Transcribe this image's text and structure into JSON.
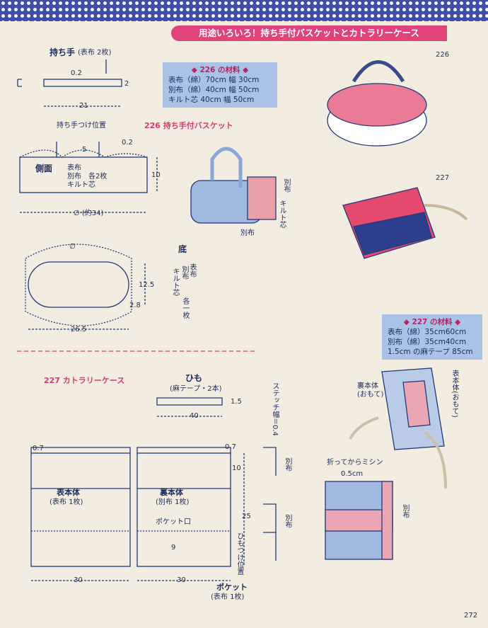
{
  "header": {
    "banner": "用途いろいろ！持ち手付バスケットとカトラリーケース"
  },
  "left": {
    "handle_title": "持ち手",
    "handle_note": "(表布 2枚)",
    "handle_w": "0.2",
    "handle_h": "2",
    "handle_len": "21",
    "handle_pos": "持ち手つけ位置",
    "handle_pos_w": "5",
    "handle_pos_h": "0.2",
    "side_title": "側面",
    "side_l1": "表布",
    "side_l2": "別布　各2枚",
    "side_l3": "キルト芯",
    "side_h": "10",
    "side_circ": "∅ (約34)",
    "bottom_title": "底",
    "bottom_v1": "表布",
    "bottom_v2": "別布",
    "bottom_v3": "キルト芯",
    "bottom_v4": "各一枚",
    "bottom_d": "∅",
    "bottom_h": "12.5",
    "bottom_r": "2.8",
    "bottom_w": "26.5"
  },
  "mat226": {
    "title": "◆ 226 の材料 ◆",
    "l1": "表布（綿）70cm 幅 30cm",
    "l2": "別布（綿）40cm 幅 50cm",
    "l3": "キルト芯 40cm 幅 50cm"
  },
  "basket226": {
    "title": "226 持ち手付バスケット",
    "l_betsu": "別布",
    "l_kiruto": "キルト芯",
    "l_betsu2": "別布",
    "num": "226"
  },
  "num227": "227",
  "mat227": {
    "title": "◆ 227 の材料 ◆",
    "l1": "表布（綿）35cm60cm",
    "l2": "別布（綿）35cm40cm",
    "l3": "1.5cm の麻テープ 85cm"
  },
  "cutlery": {
    "title": "227 カトラリーケース",
    "himo": "ひも",
    "himo_note": "(麻テープ・2本)",
    "himo_w": "1.5",
    "himo_len": "40",
    "stitch": "ステッチ幅＝0.4",
    "front_title": "表本体",
    "front_note": "(表布 1枚)",
    "back_title": "裏本体",
    "back_note": "(別布 1枚)",
    "pocket_mouth": "ポケット口",
    "pocket_h": "9",
    "himo_pos": "ひもつけ位置",
    "total_h": "25",
    "top_h": "10",
    "corner": "0.7",
    "corner2": "0.7",
    "w1": "30",
    "w2": "30",
    "pocket_title": "ポケット",
    "pocket_note": "(表布 1枚)",
    "betsu_a": "別布",
    "betsu_b": "別布"
  },
  "assembly": {
    "ura": "裏本体",
    "ura_note": "(おもて)",
    "omote": "表本体(おもて)",
    "fold": "折ってからミシン",
    "fold_w": "0.5cm",
    "betsu": "別布"
  },
  "page_number": "272"
}
